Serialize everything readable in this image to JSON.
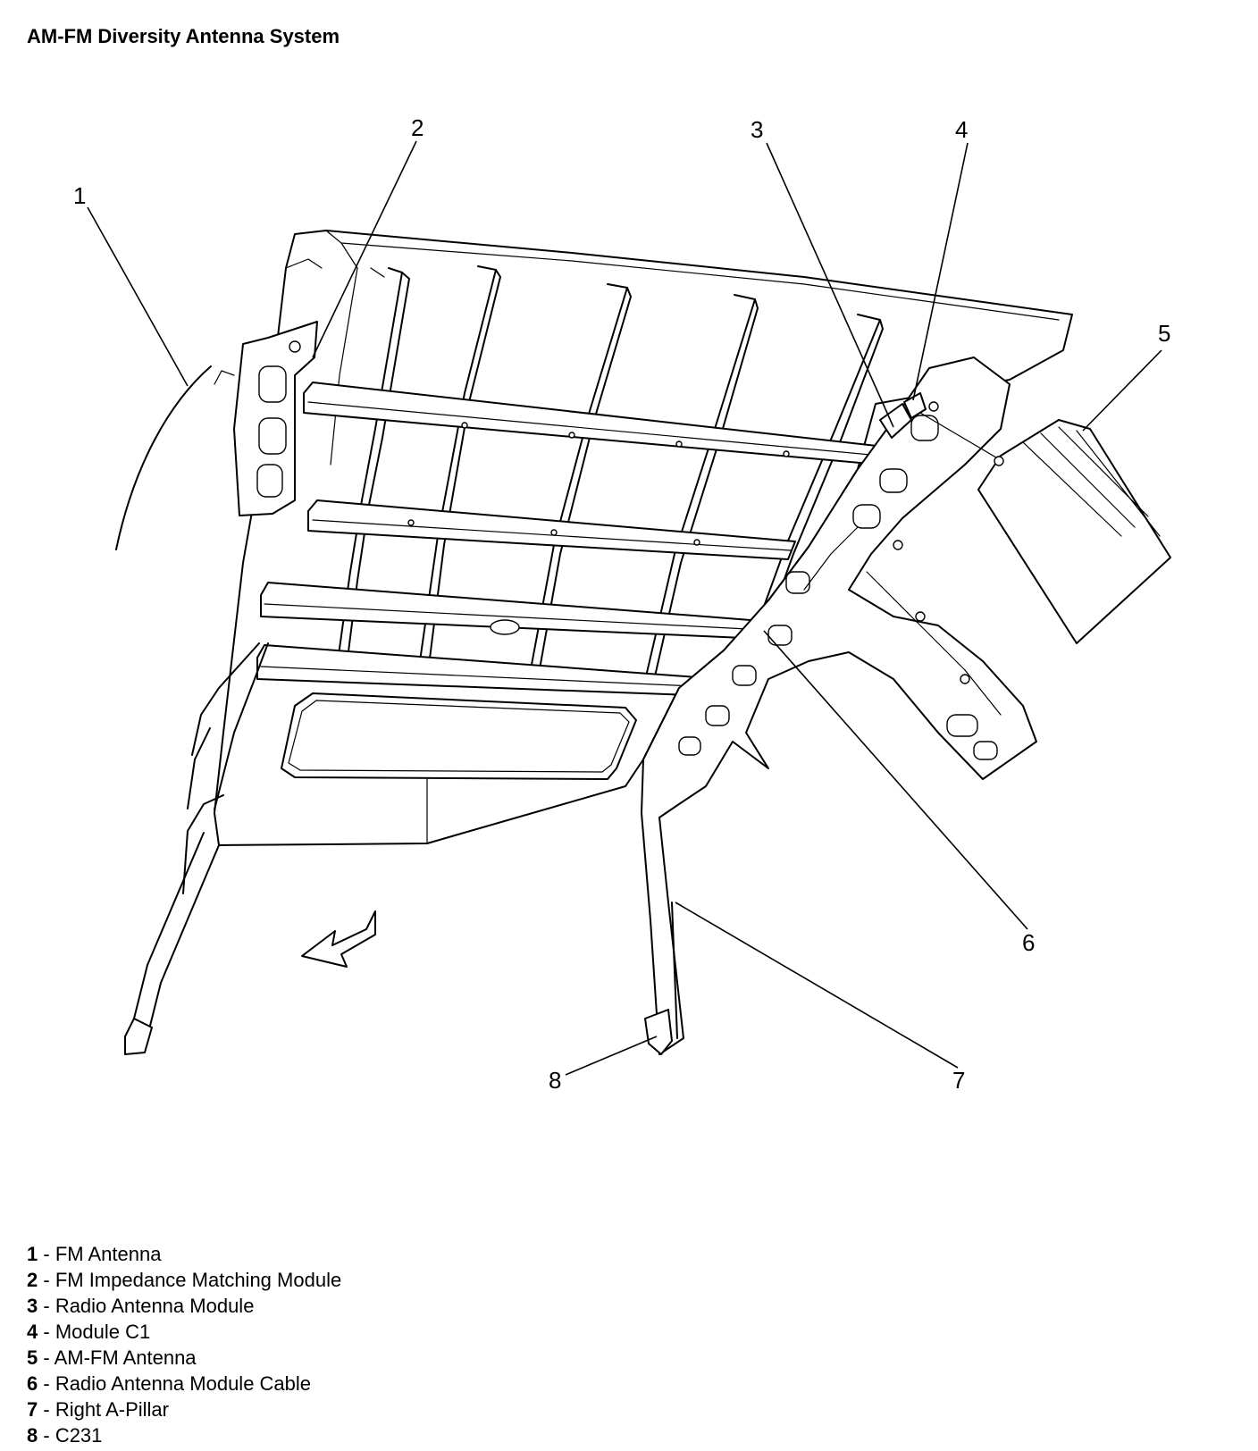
{
  "title": "AM-FM Diversity Antenna System",
  "callouts": [
    "1",
    "2",
    "3",
    "4",
    "5",
    "6",
    "7",
    "8"
  ],
  "legend": [
    {
      "num": "1",
      "sep": " - ",
      "text": "FM Antenna"
    },
    {
      "num": "2",
      "sep": " - ",
      "text": "FM Impedance Matching Module"
    },
    {
      "num": "3",
      "sep": " - ",
      "text": "Radio Antenna Module"
    },
    {
      "num": "4",
      "sep": " - ",
      "text": "Module C1"
    },
    {
      "num": "5",
      "sep": " - ",
      "text": "AM-FM Antenna"
    },
    {
      "num": "6",
      "sep": " - ",
      "text": "Radio Antenna Module Cable"
    },
    {
      "num": "7",
      "sep": " - ",
      "text": "Right A-Pillar"
    },
    {
      "num": "8",
      "sep": " - ",
      "text": "C231"
    }
  ]
}
